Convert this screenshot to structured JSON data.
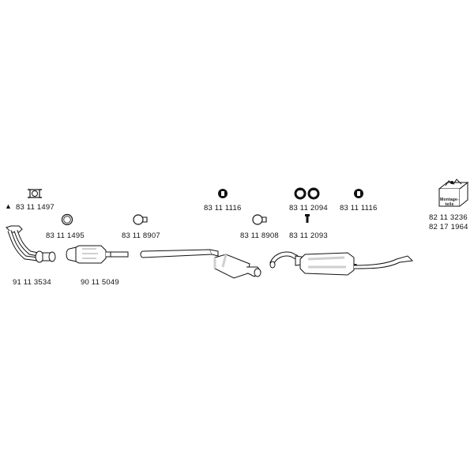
{
  "parts": {
    "downpipe": "91 11 3534",
    "catalyst": "90 11 5049",
    "clamp_square": "83 11 1497",
    "gasket_ring": "83 11 1495",
    "clamp_cat": "83 11 8907",
    "rubber_mount_1": "83 11 1116",
    "clamp_mid": "83 11 8908",
    "rubber_pair": "83 11 2094",
    "bolt": "83 11 2093",
    "rubber_mount_2": "83 11 1116",
    "kit_1": "82 11 3236",
    "kit_2": "82 17 1964"
  },
  "kit_box_text": "Montage-teile",
  "warning_symbol": "▲",
  "colors": {
    "line": "#111111",
    "fill": "#ffffff",
    "shade": "#cfcfcf"
  }
}
